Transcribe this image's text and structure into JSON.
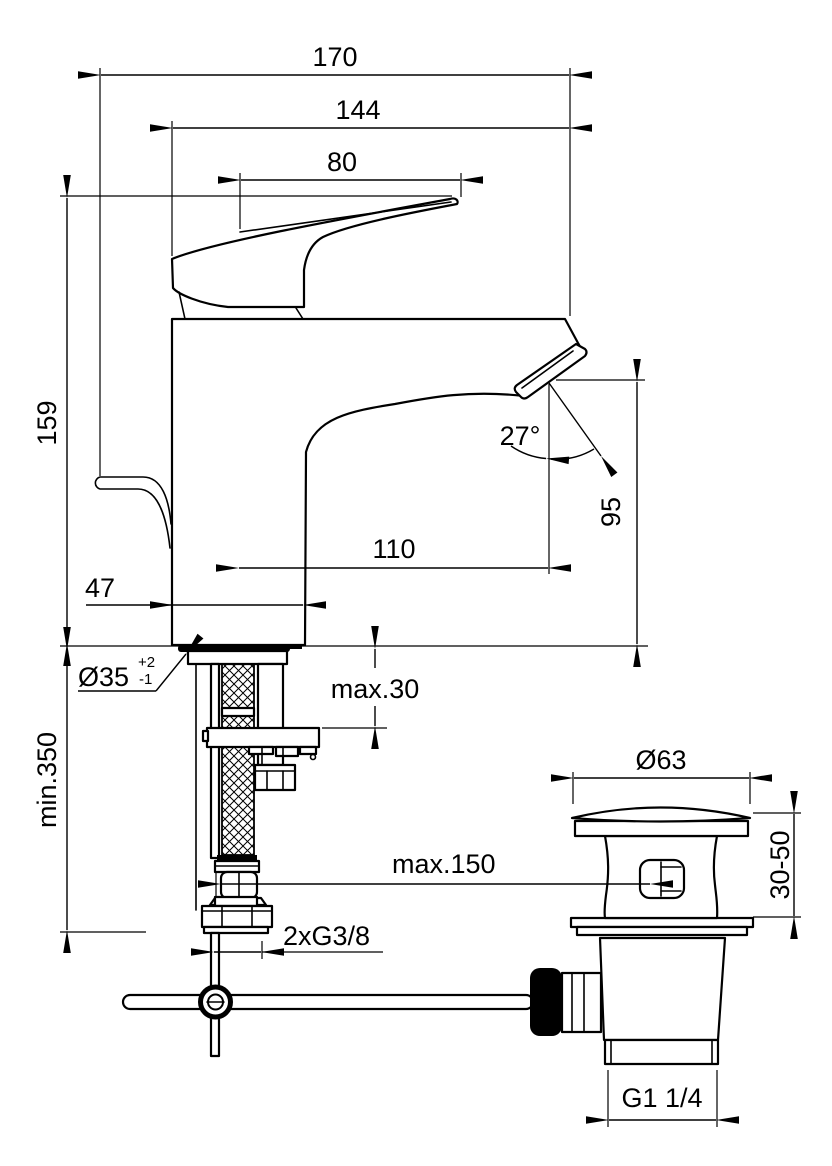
{
  "page": {
    "background": "#ffffff",
    "line_color": "#000000"
  },
  "dims": {
    "overall_depth": "170",
    "front_to_spout": "144",
    "handle_length": "80",
    "height_to_handle": "159",
    "base_depth": "47",
    "spout_reach": "110",
    "spout_height": "95",
    "spout_angle": "27°",
    "hole_diameter": "Ø35",
    "hole_tol_plus": "+2",
    "hole_tol_minus": "-1",
    "deck_thickness_max": "max.30",
    "hose_min_length": "min.350",
    "rod_to_waste_max": "max.150",
    "supply_thread": "2xG3/8",
    "waste_cap_diameter": "Ø63",
    "waste_clamp_range": "30-50",
    "waste_outlet_thread": "G1 1/4"
  }
}
